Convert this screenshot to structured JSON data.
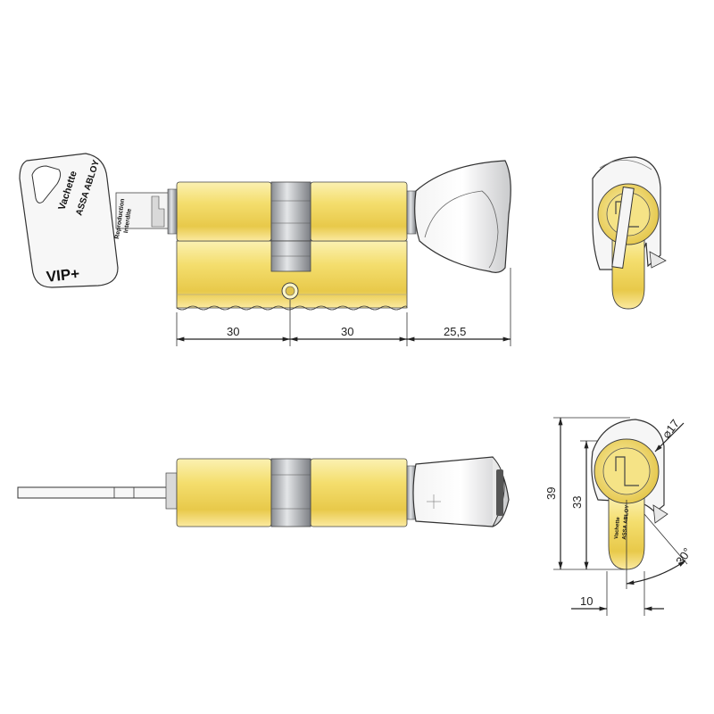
{
  "drawing": {
    "subject": "Vachette VIP+ thumb-turn euro cylinder",
    "colors": {
      "brass": "#f2dc6a",
      "brass_dark": "#d4b53a",
      "brass_light": "#fbf1b2",
      "chrome": "#b9bcc0",
      "chrome_dark": "#6d7075",
      "line": "#222222"
    }
  },
  "key": {
    "brand": "Vachette",
    "group": "ASSA ABLOY",
    "notice_line1": "Reproduction",
    "notice_line2": "Interdite",
    "model": "VIP+"
  },
  "front_view": {
    "dim_left": "30",
    "dim_middle": "30",
    "dim_right": "25,5"
  },
  "end_view_bottom": {
    "badge_brand": "Vachette",
    "badge_group": "ASSA ABLOY",
    "dim_height_total": "39",
    "dim_height_body": "33",
    "dim_width": "10",
    "dim_diameter": "⌀17",
    "dim_angle": "30°"
  }
}
